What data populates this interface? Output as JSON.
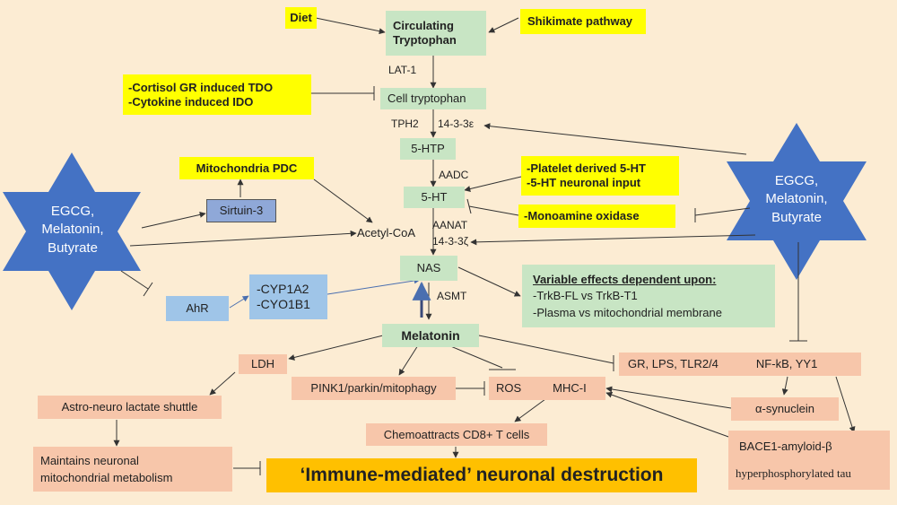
{
  "nodes": {
    "diet": "Diet",
    "circ_trp_line1": "Circulating",
    "circ_trp_line2": "Tryptophan",
    "shikimate": "Shikimate pathway",
    "cortisol": "-Cortisol GR induced TDO",
    "cytokine": "-Cytokine induced IDO",
    "cell_trp": "Cell tryptophan",
    "htp": "5-HTP",
    "mito_pdc": "Mitochondria PDC",
    "sirtuin": "Sirtuin-3",
    "ht": "5-HT",
    "platelet": "-Platelet derived 5-HT",
    "neuronal_input": "-5-HT neuronal input",
    "mao": "-Monoamine oxidase",
    "acetyl_coa": "Acetyl-CoA",
    "nas": "NAS",
    "variable_title": "Variable effects dependent upon:",
    "variable_1": "-TrkB-FL vs TrkB-T1",
    "variable_2": "-Plasma vs mitochondrial membrane",
    "ahr": "AhR",
    "cyp1a2": "-CYP1A2",
    "cyo1b1": "-CYO1B1",
    "melatonin": "Melatonin",
    "ldh": "LDH",
    "pink1": "PINK1/parkin/mitophagy",
    "ros": "ROS",
    "mhc": "MHC-I",
    "gr_lps": "GR, LPS, TLR2/4",
    "nfkb": "NF-kB, YY1",
    "synuclein": "α-synuclein",
    "astro": "Astro-neuro lactate shuttle",
    "chemo": "Chemoattracts CD8+ T cells",
    "bace": "BACE1-amyloid-β",
    "tau": "hyperphosphorylated tau",
    "maintains_1": "Maintains neuronal",
    "maintains_2": "mitochondrial metabolism",
    "immune": "‘Immune-mediated’ neuronal destruction"
  },
  "edge_labels": {
    "lat1": "LAT-1",
    "tph2": "TPH2",
    "p14_3_3e": "14-3-3ε",
    "aadc": "AADC",
    "aanat": "AANAT",
    "p14_3_3z": "14-3-3ζ",
    "asmt": "ASMT"
  },
  "stars": {
    "left": [
      "EGCG,",
      "Melatonin,",
      "Butyrate"
    ],
    "right": [
      "EGCG,",
      "Melatonin,",
      "Butyrate"
    ]
  },
  "colors": {
    "background": "#fcecd3",
    "yellow": "#ffff00",
    "green": "#c8e5c4",
    "salmon": "#f7c6aa",
    "blue_box": "#9fc5e8",
    "sirtuin_box": "#8fa8d8",
    "star": "#4472c4",
    "orange": "#ffc000"
  }
}
